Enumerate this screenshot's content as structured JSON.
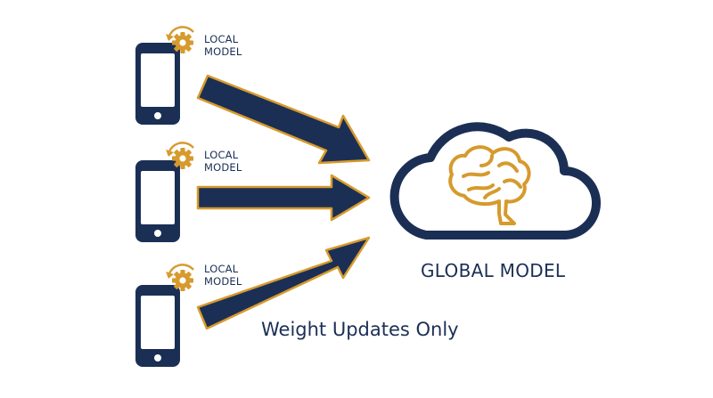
{
  "devices": [
    {
      "label_line1": "LOCAL",
      "label_line2": "MODEL"
    },
    {
      "label_line1": "LOCAL",
      "label_line2": "MODEL"
    },
    {
      "label_line1": "LOCAL",
      "label_line2": "MODEL"
    }
  ],
  "server": {
    "label": "GLOBAL MODEL"
  },
  "caption": "Weight Updates Only",
  "icons": {
    "device": "smartphone-icon",
    "training": "gear-refresh-icon",
    "server": "cloud-icon",
    "model": "brain-icon"
  },
  "colors": {
    "primary": "#1b2f55",
    "accent": "#d69a2d",
    "background": "#ffffff"
  }
}
